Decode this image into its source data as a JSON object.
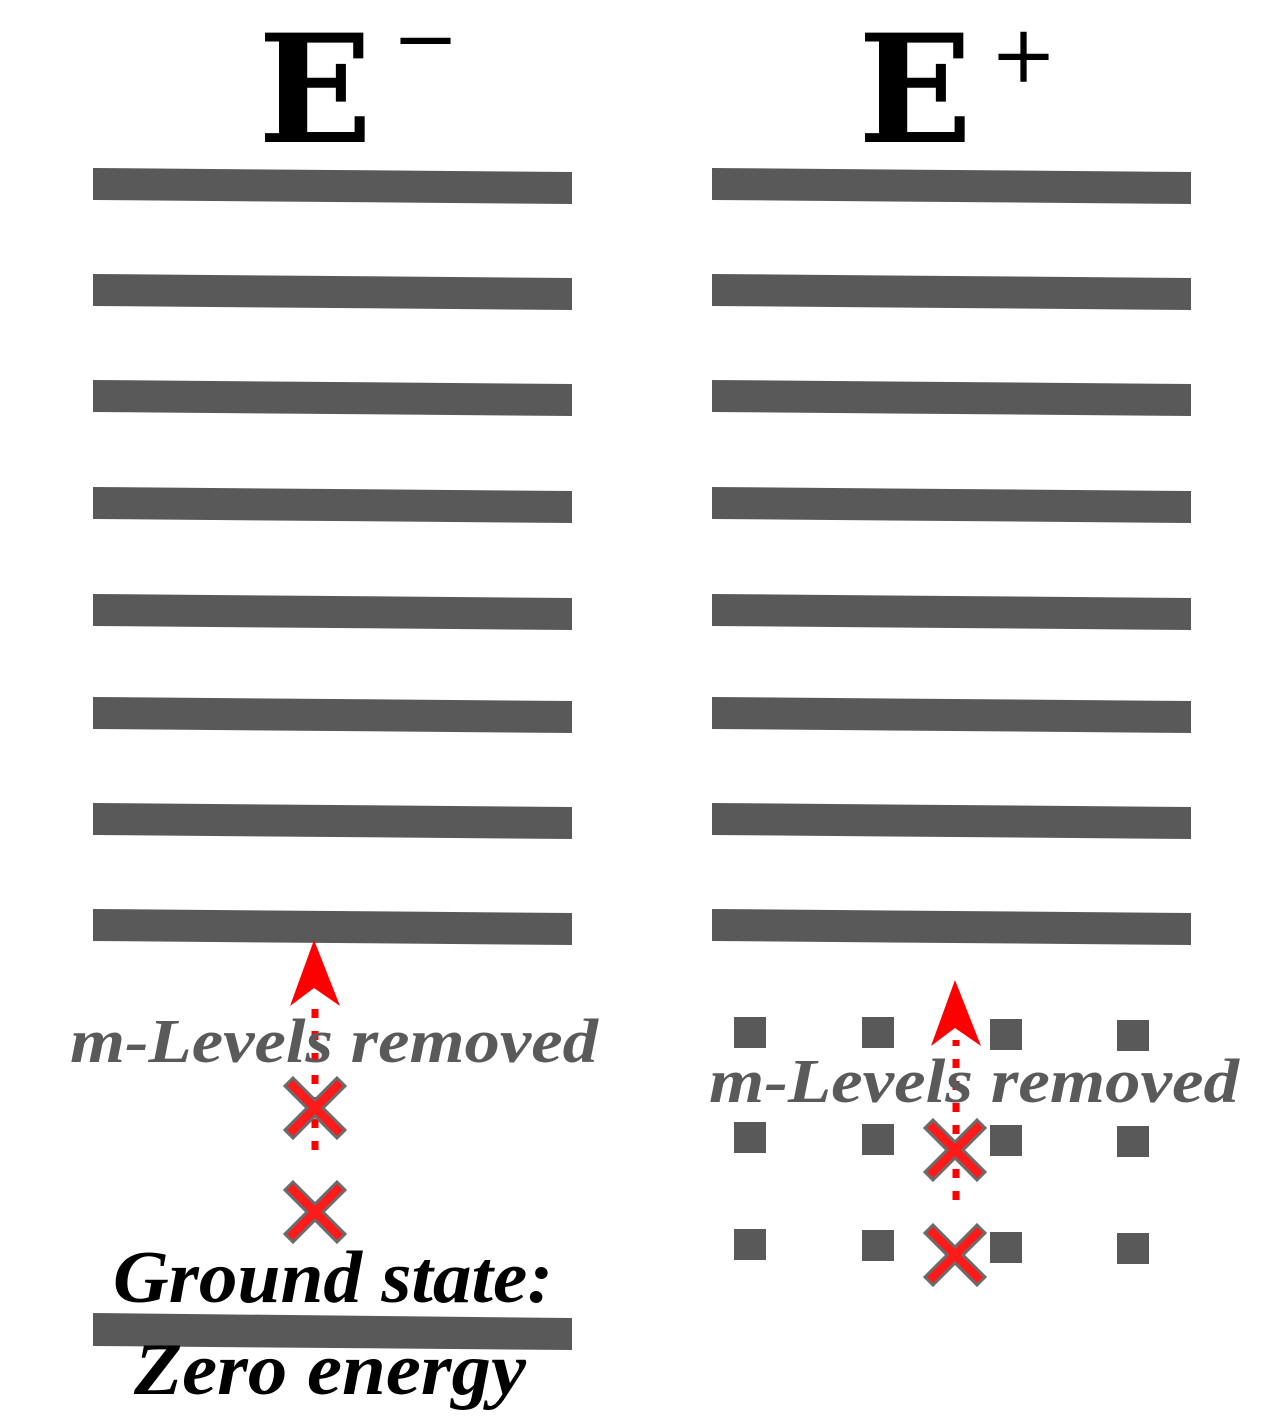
{
  "panels": {
    "left": {
      "title": "E",
      "title_superscript": "−",
      "removed_label": "m-Levels removed",
      "ground_label_line1": "Ground state:",
      "ground_label_line2": "Zero energy"
    },
    "right": {
      "title": "E",
      "title_superscript": "+",
      "removed_label": "m-Levels removed"
    }
  },
  "colors": {
    "level": "#595959",
    "label_gray": "#5a5a5a",
    "marker_red": "#ff1a1a",
    "marker_outline": "#6b6b6b",
    "arrow_red": "#ff0000",
    "text_black": "#000000"
  },
  "icons": {
    "removed_marker": "x-mark-icon",
    "transition": "dotted-up-arrow-icon"
  }
}
